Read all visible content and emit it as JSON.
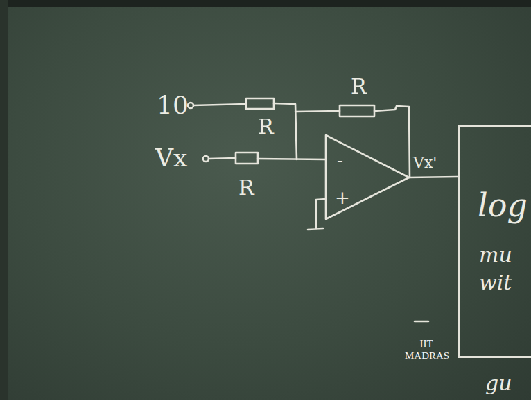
{
  "diagram": {
    "nodes": [
      {
        "text": [
          "log",
          "mu",
          "wit"
        ]
      }
    ],
    "labels": [
      "R",
      "10",
      "R",
      "Vx",
      "R",
      "-",
      "+",
      "Vx'",
      "gu",
      "IIT MADRAS"
    ]
  }
}
